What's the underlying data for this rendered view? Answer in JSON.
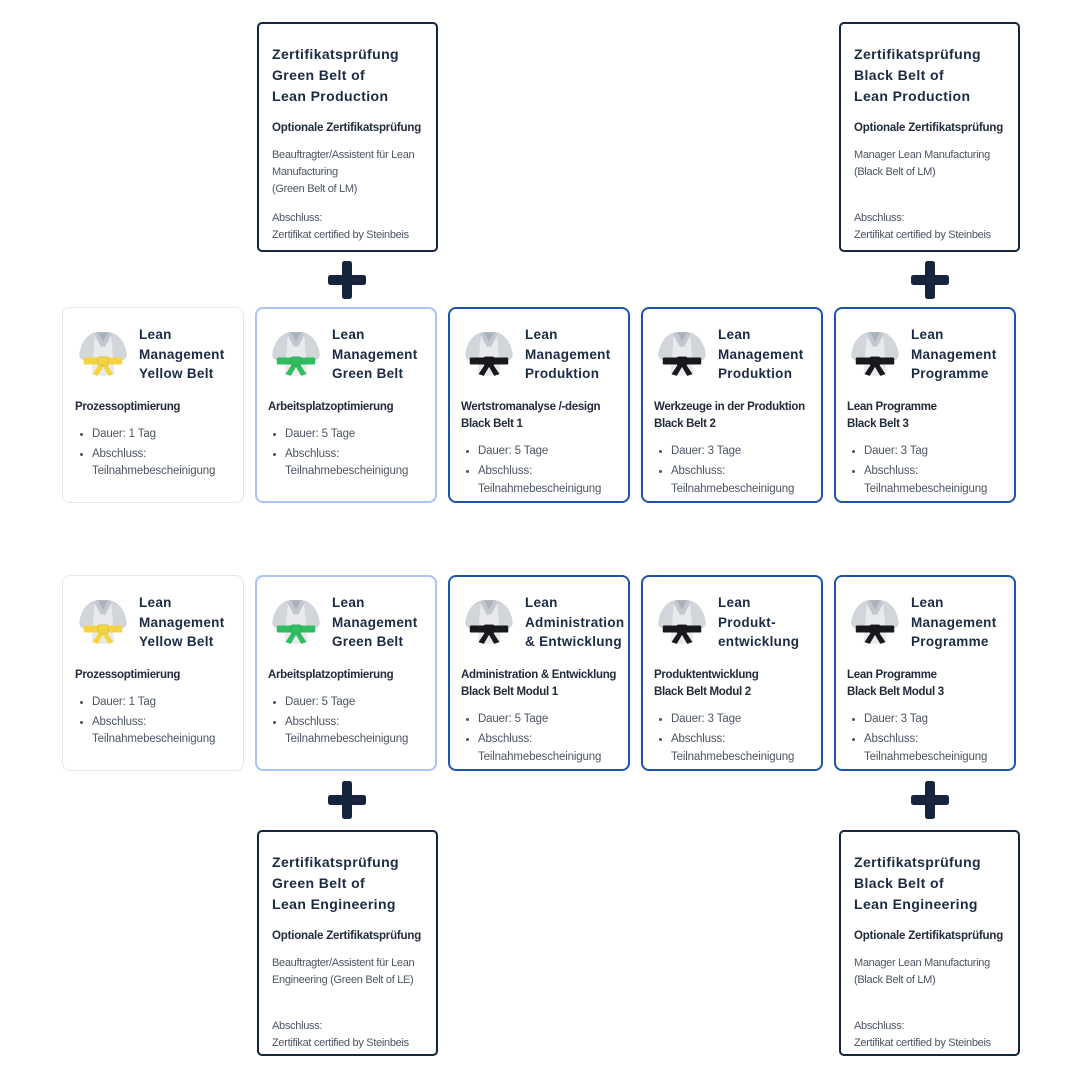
{
  "colors": {
    "cert_border": "#16243d",
    "course_border_default": "#e3e6eb",
    "course_border_highlight": "#a9c4f4",
    "course_border_advanced": "#1f55a8",
    "title_text": "#1b2a45",
    "body_text": "#4d5563",
    "belt_yellow": "#f5d442",
    "belt_green": "#2fbe5f",
    "belt_black": "#17191c",
    "plus": "#16243d"
  },
  "icons": {
    "course_icon": "karate-gi-icon",
    "connector": "plus-icon"
  },
  "certs": {
    "top_left": {
      "title_lines": [
        "Zertifikatsprüfung",
        "Green Belt of",
        "Lean Production"
      ],
      "subtitle": "Optionale Zertifikatsprüfung",
      "body_lines": [
        "Beauftragter/Assistent für Lean Manufacturing",
        "(Green Belt of LM)"
      ],
      "footer_lines": [
        "Abschluss:",
        "Zertifikat certified by Steinbeis"
      ]
    },
    "top_right": {
      "title_lines": [
        "Zertifikatsprüfung",
        "Black Belt of",
        "Lean Production"
      ],
      "subtitle": "Optionale Zertifikatsprüfung",
      "body_lines": [
        "Manager Lean Manufacturing",
        "(Black Belt of LM)"
      ],
      "footer_lines": [
        "Abschluss:",
        "Zertifikat certified by Steinbeis"
      ]
    },
    "bottom_left": {
      "title_lines": [
        "Zertifikatsprüfung",
        "Green Belt of",
        "Lean Engineering"
      ],
      "subtitle": "Optionale Zertifikatsprüfung",
      "body_lines": [
        "Beauftragter/Assistent für Lean Engineering (Green Belt of LE)",
        ""
      ],
      "footer_lines": [
        "Abschluss:",
        "Zertifikat certified by Steinbeis"
      ]
    },
    "bottom_right": {
      "title_lines": [
        "Zertifikatsprüfung",
        "Black Belt of",
        "Lean Engineering"
      ],
      "subtitle": "Optionale Zertifikatsprüfung",
      "body_lines": [
        "Manager Lean Manufacturing",
        "(Black Belt of LM)"
      ],
      "footer_lines": [
        "Abschluss:",
        "Zertifikat certified by Steinbeis"
      ]
    }
  },
  "courses": {
    "row1": [
      {
        "belt": "yellow",
        "title_lines": [
          "Lean",
          "Management",
          "Yellow Belt"
        ],
        "subtitle_lines": [
          "Prozessoptimierung",
          ""
        ],
        "bullets": [
          "Dauer: 1 Tag",
          "Abschluss: Teilnahmebescheinigung"
        ]
      },
      {
        "belt": "green",
        "title_lines": [
          "Lean",
          "Management",
          "Green Belt"
        ],
        "subtitle_lines": [
          "Arbeitsplatzoptimierung",
          ""
        ],
        "bullets": [
          "Dauer: 5 Tage",
          "Abschluss: Teilnahmebescheinigung"
        ]
      },
      {
        "belt": "black",
        "title_lines": [
          "Lean",
          "Management",
          "Produktion"
        ],
        "subtitle_lines": [
          "Wertstromanalyse /-design",
          "Black Belt 1"
        ],
        "bullets": [
          "Dauer: 5 Tage",
          "Abschluss: Teilnahmebescheinigung"
        ]
      },
      {
        "belt": "black",
        "title_lines": [
          "Lean",
          "Management",
          "Produktion"
        ],
        "subtitle_lines": [
          "Werkzeuge in der Produktion",
          "Black Belt 2"
        ],
        "bullets": [
          "Dauer: 3 Tage",
          "Abschluss: Teilnahmebescheinigung"
        ]
      },
      {
        "belt": "black",
        "title_lines": [
          "Lean",
          "Management",
          "Programme"
        ],
        "subtitle_lines": [
          "Lean Programme",
          "Black Belt 3"
        ],
        "bullets": [
          "Dauer: 3 Tag",
          "Abschluss: Teilnahmebescheinigung"
        ]
      }
    ],
    "row2": [
      {
        "belt": "yellow",
        "title_lines": [
          "Lean",
          "Management",
          "Yellow Belt"
        ],
        "subtitle_lines": [
          "Prozessoptimierung",
          ""
        ],
        "bullets": [
          "Dauer: 1 Tag",
          "Abschluss: Teilnahmebescheinigung"
        ]
      },
      {
        "belt": "green",
        "title_lines": [
          "Lean",
          "Management",
          "Green Belt"
        ],
        "subtitle_lines": [
          "Arbeitsplatzoptimierung",
          ""
        ],
        "bullets": [
          "Dauer: 5 Tage",
          "Abschluss: Teilnahmebescheinigung"
        ]
      },
      {
        "belt": "black",
        "title_lines": [
          "Lean",
          "Administration",
          "& Entwicklung"
        ],
        "subtitle_lines": [
          "Administration & Entwicklung",
          "Black Belt Modul 1"
        ],
        "bullets": [
          "Dauer: 5 Tage",
          "Abschluss: Teilnahmebescheinigung"
        ]
      },
      {
        "belt": "black",
        "title_lines": [
          "Lean",
          "Produkt-",
          "entwicklung"
        ],
        "subtitle_lines": [
          "Produktentwicklung",
          "Black Belt Modul 2"
        ],
        "bullets": [
          "Dauer: 3 Tage",
          "Abschluss: Teilnahmebescheinigung"
        ]
      },
      {
        "belt": "black",
        "title_lines": [
          "Lean",
          "Management",
          "Programme"
        ],
        "subtitle_lines": [
          "Lean Programme",
          "Black Belt Modul 3"
        ],
        "bullets": [
          "Dauer: 3 Tag",
          "Abschluss: Teilnahmebescheinigung"
        ]
      }
    ]
  }
}
